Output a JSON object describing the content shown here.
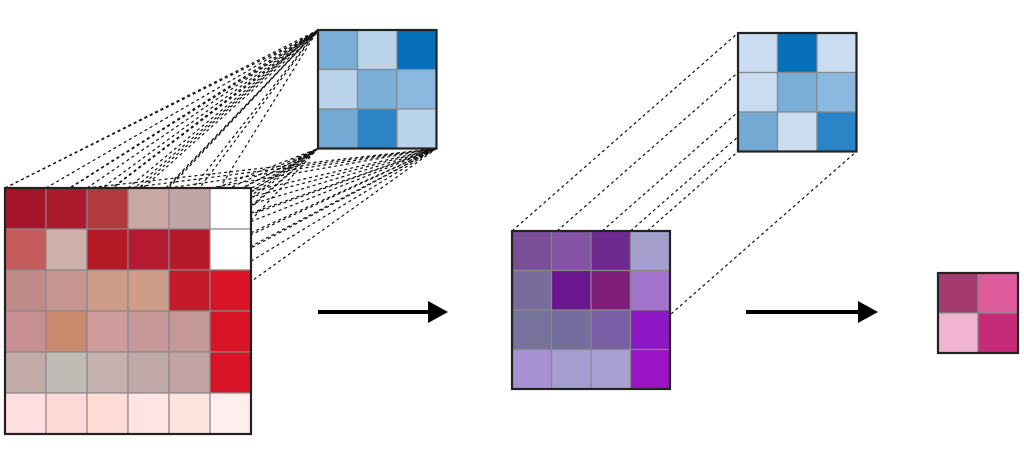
{
  "diagram": {
    "input_grid": {
      "rows": 6,
      "cols": 6,
      "cells": [
        [
          "#a4142a",
          "#ab1b2e",
          "#b23a3f",
          "#c7a8a4",
          "#c2a6a5",
          "#ffffff"
        ],
        [
          "#c45c5c",
          "#cfb0ab",
          "#b51a26",
          "#b51a30",
          "#b31b28",
          "#ffffff"
        ],
        [
          "#c08a88",
          "#c69590",
          "#ce9c89",
          "#ce9c89",
          "#c41a2a",
          "#d91426"
        ],
        [
          "#c78e94",
          "#c98a6e",
          "#cf9c9c",
          "#c69898",
          "#c59898",
          "#d91426"
        ],
        [
          "#c2aaa7",
          "#c1bbb6",
          "#c4b1b0",
          "#c1a9aa",
          "#c3a4a4",
          "#d91426"
        ],
        [
          "#ffdde0",
          "#ffd9d7",
          "#ffdcd6",
          "#ffe4e1",
          "#ffe3de",
          "#ffeeee"
        ]
      ]
    },
    "kernel_1": {
      "rows": 3,
      "cols": 3,
      "cells": [
        [
          "#7aaed6",
          "#b9d3eb",
          "#0570b9"
        ],
        [
          "#b9d3eb",
          "#7aaed6",
          "#8bb8de"
        ],
        [
          "#74a9d4",
          "#2b84c6",
          "#b9d3eb"
        ]
      ]
    },
    "feature_map": {
      "rows": 4,
      "cols": 4,
      "cells": [
        [
          "#7a4f98",
          "#8354a3",
          "#6e2a8f",
          "#a39ecc"
        ],
        [
          "#786c9c",
          "#6a168e",
          "#7f1d7a",
          "#a274ce"
        ],
        [
          "#76729c",
          "#746e9e",
          "#7a5ea6",
          "#8c17c4"
        ],
        [
          "#a891d2",
          "#a49dd0",
          "#a8a0d2",
          "#9a14c6"
        ]
      ]
    },
    "kernel_2": {
      "rows": 3,
      "cols": 3,
      "cells": [
        [
          "#c9dcf0",
          "#0570b9",
          "#c9dcf0"
        ],
        [
          "#c9dcf0",
          "#7aaed6",
          "#8bb8de"
        ],
        [
          "#74a9d4",
          "#c9dcf0",
          "#2b84c6"
        ]
      ]
    },
    "output": {
      "rows": 2,
      "cols": 2,
      "cells": [
        [
          "#a43a70",
          "#de5c9c"
        ],
        [
          "#f0b4d2",
          "#c82a7a"
        ]
      ]
    },
    "colors": {
      "grid_border": "#222222",
      "cell_line": "#888888",
      "dash_line": "#111111",
      "arrow": "#000000"
    },
    "icons": {
      "arrow_1": "right-arrow-icon",
      "arrow_2": "right-arrow-icon"
    }
  }
}
